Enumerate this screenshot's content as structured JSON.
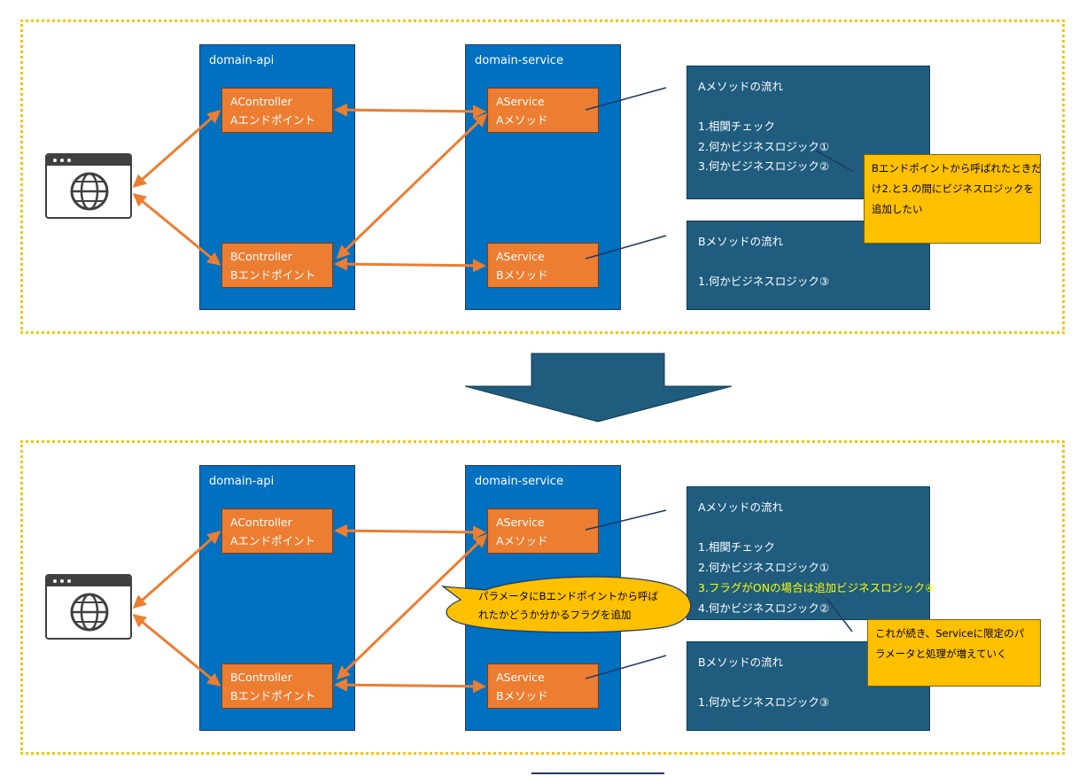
{
  "top": {
    "api": {
      "title": "domain-api",
      "a": {
        "line1": "AController",
        "line2": "Aエンドポイント"
      },
      "b": {
        "line1": "BController",
        "line2": "Bエンドポイント"
      }
    },
    "service": {
      "title": "domain-service",
      "a": {
        "line1": "AService",
        "line2": "Aメソッド"
      },
      "b": {
        "line1": "AService",
        "line2": "Bメソッド"
      }
    },
    "flowA": {
      "title": "Aメソッドの流れ",
      "steps": [
        "1.相関チェック",
        "2.何かビジネスロジック①",
        "3.何かビジネスロジック②"
      ]
    },
    "flowB": {
      "title": "Bメソッドの流れ",
      "steps": [
        "1.何かビジネスロジック③"
      ]
    },
    "note": {
      "lines": [
        "Bエンドポイントから呼ばれたときだ",
        "け2.と3.の間にビジネスロジックを",
        "追加したい"
      ]
    }
  },
  "bottom": {
    "api": {
      "title": "domain-api",
      "a": {
        "line1": "AController",
        "line2": "Aエンドポイント"
      },
      "b": {
        "line1": "BController",
        "line2": "Bエンドポイント"
      }
    },
    "service": {
      "title": "domain-service",
      "a": {
        "line1": "AService",
        "line2": "Aメソッド"
      },
      "b": {
        "line1": "AService",
        "line2": "Bメソッド"
      }
    },
    "flowA": {
      "title": "Aメソッドの流れ",
      "steps": [
        "1.相関チェック",
        "2.何かビジネスロジック①",
        "3.フラグがONの場合は追加ビジネスロジック④",
        "4.何かビジネスロジック②"
      ]
    },
    "flowB": {
      "title": "Bメソッドの流れ",
      "steps": [
        "1.何かビジネスロジック③"
      ]
    },
    "note": {
      "lines": [
        "これが続き、Serviceに限定のパ",
        "ラメータと処理が増えていく"
      ]
    },
    "bubble": {
      "lines": [
        "パラメータにBエンドポイントから呼ば",
        "れたかどうか分かるフラグを追加"
      ]
    }
  },
  "colors": {
    "frame": "#f5c400",
    "column": "#0070c0",
    "component": "#ed7d31",
    "flow_panel": "#1f5c7e",
    "note": "#ffc000",
    "arrow": "#ed7d31",
    "highlight_text": "#ffff00"
  },
  "icons": [
    "browser-globe-icon",
    "down-arrow-icon"
  ]
}
